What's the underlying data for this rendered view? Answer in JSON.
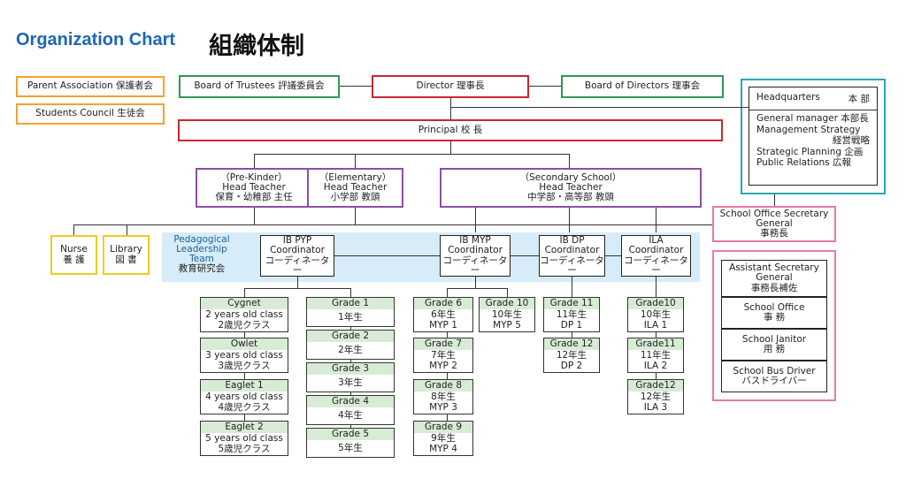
{
  "title": {
    "en": "Organization Chart",
    "jp": "組織体制"
  },
  "left_boxes": {
    "parent": "Parent Association  保護者会",
    "students": "Students Council  生徒会"
  },
  "board_trustees": "Board of Trustees  評議委員会",
  "director": "Director   理事長",
  "board_directors": "Board of Directors   理事会",
  "headquarters": {
    "title": "Headquarters",
    "title_jp": "本 部",
    "gm": "General manager  本部長",
    "ms": "Management Strategy",
    "ms_jp": "経営戦略",
    "sp": "Strategic Planning  企画",
    "pr": "Public Relations    広報"
  },
  "principal": "Principal       校   長",
  "head_teachers": {
    "prek": [
      "（Pre-Kinder）",
      "Head Teacher",
      "保育・幼稚部 主任"
    ],
    "elem": [
      "（Elementary）",
      "Head Teacher",
      "小学部 教頭"
    ],
    "sec": [
      "（Secondary School）",
      "Head Teacher",
      "中学部・高等部 教頭"
    ]
  },
  "nurse": [
    "Nurse",
    "養 護"
  ],
  "library": [
    "Library",
    "図 書"
  ],
  "pedagogical": [
    "Pedagogical",
    "Leadership",
    "Team",
    "教育研究会"
  ],
  "coordinators": {
    "pyp": [
      "IB PYP",
      "Coordinator",
      "コーディネーター"
    ],
    "myp": [
      "IB MYP",
      "Coordinator",
      "コーディネーター"
    ],
    "dp": [
      "IB DP",
      "Coordinator",
      "コーディネーター"
    ],
    "ila": [
      "ILA",
      "Coordinator",
      "コーディネーター"
    ]
  },
  "office_secretary": [
    "School Office Secretary",
    "General",
    "事務長"
  ],
  "office_staff": [
    [
      "Assistant Secretary",
      "General",
      "事務長補佐"
    ],
    [
      "School Office",
      "事 務"
    ],
    [
      "School Janitor",
      "用 務"
    ],
    [
      "School Bus Driver",
      "バスドライバー"
    ]
  ],
  "kinder_classes": [
    {
      "head": "Cygnet",
      "l1": "2 years old class",
      "l2": "2歳児クラス"
    },
    {
      "head": "Owlet",
      "l1": "3 years old class",
      "l2": "3歳児クラス"
    },
    {
      "head": "Eaglet 1",
      "l1": "4 years old class",
      "l2": "4歳児クラス"
    },
    {
      "head": "Eaglet 2",
      "l1": "5 years old class",
      "l2": "5歳児クラス"
    }
  ],
  "elem_grades": [
    {
      "head": "Grade 1",
      "l1": "1年生"
    },
    {
      "head": "Grade 2",
      "l1": "2年生"
    },
    {
      "head": "Grade 3",
      "l1": "3年生"
    },
    {
      "head": "Grade 4",
      "l1": "4年生"
    },
    {
      "head": "Grade 5",
      "l1": "5年生"
    }
  ],
  "myp_grades": [
    {
      "head": "Grade 6",
      "l1": "6年生",
      "l2": "MYP 1"
    },
    {
      "head": "Grade 7",
      "l1": "7年生",
      "l2": "MYP 2"
    },
    {
      "head": "Grade 8",
      "l1": "8年生",
      "l2": "MYP 3"
    },
    {
      "head": "Grade 9",
      "l1": "9年生",
      "l2": "MYP 4"
    }
  ],
  "myp_grade10": {
    "head": "Grade 10",
    "l1": "10年生",
    "l2": "MYP 5"
  },
  "dp_grades": [
    {
      "head": "Grade 11",
      "l1": "11年生",
      "l2": "DP 1"
    },
    {
      "head": "Grade 12",
      "l1": "12年生",
      "l2": "DP 2"
    }
  ],
  "ila_grades": [
    {
      "head": "Grade10",
      "l1": "10年生",
      "l2": "ILA 1"
    },
    {
      "head": "Grade11",
      "l1": "11年生",
      "l2": "ILA 2"
    },
    {
      "head": "Grade12",
      "l1": "12年生",
      "l2": "ILA 3"
    }
  ]
}
